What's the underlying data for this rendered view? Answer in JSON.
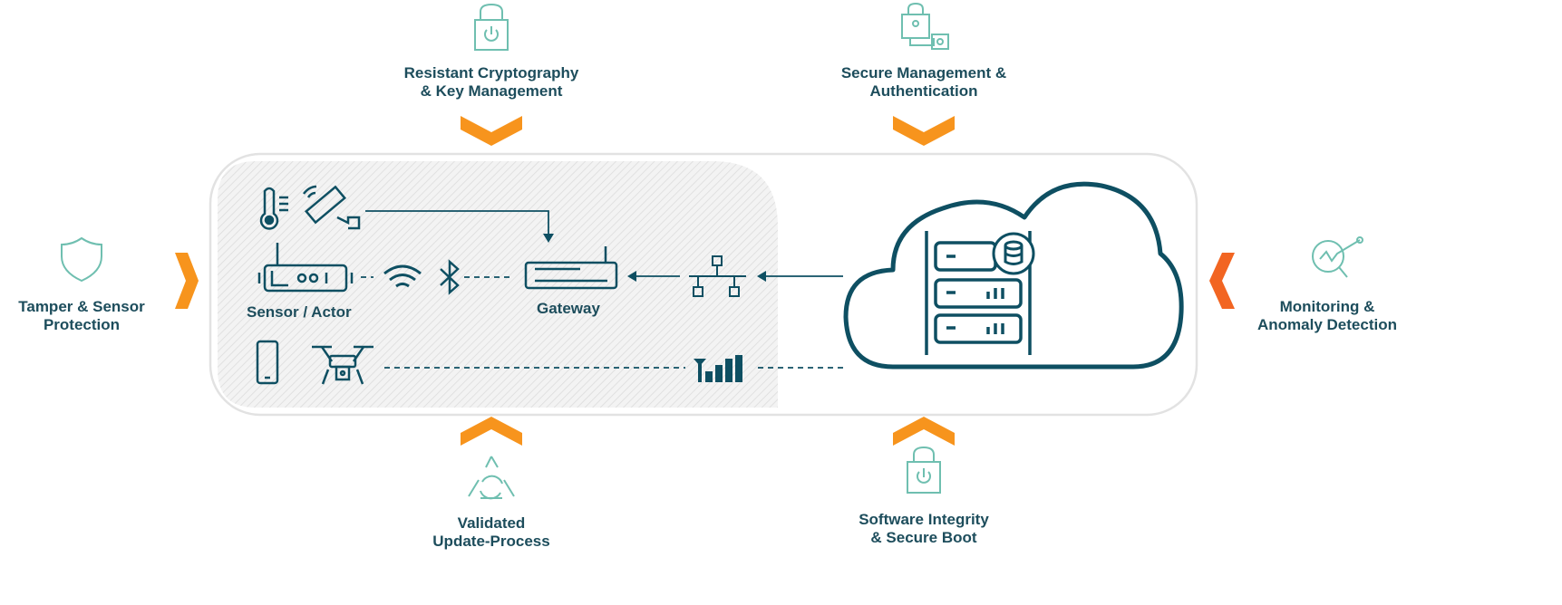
{
  "features": {
    "crypto": {
      "line1": "Resistant Cryptography",
      "line2": "& Key Management",
      "icon": "lock-power-icon"
    },
    "management": {
      "line1": "Secure Management &",
      "line2": "Authentication",
      "icon": "key-card-icon"
    },
    "tamper": {
      "line1": "Tamper & Sensor",
      "line2": "Protection",
      "icon": "shield-icon"
    },
    "monitoring": {
      "line1": "Monitoring &",
      "line2": "Anomaly Detection",
      "icon": "magnifier-chart-icon"
    },
    "update": {
      "line1": "Validated",
      "line2": "Update-Process",
      "icon": "refresh-cycle-icon"
    },
    "boot": {
      "line1": "Software Integrity",
      "line2": "& Secure Boot",
      "icon": "lock-power-icon"
    }
  },
  "network": {
    "sensor_label": "Sensor / Actor",
    "gateway_label": "Gateway"
  },
  "colors": {
    "text": "#1d4d5c",
    "icon_line": "#0e4f62",
    "teal_icon": "#6fbfb0",
    "orange": "#f7941d",
    "red_orange": "#f26522",
    "frame": "#e2e2e2"
  }
}
